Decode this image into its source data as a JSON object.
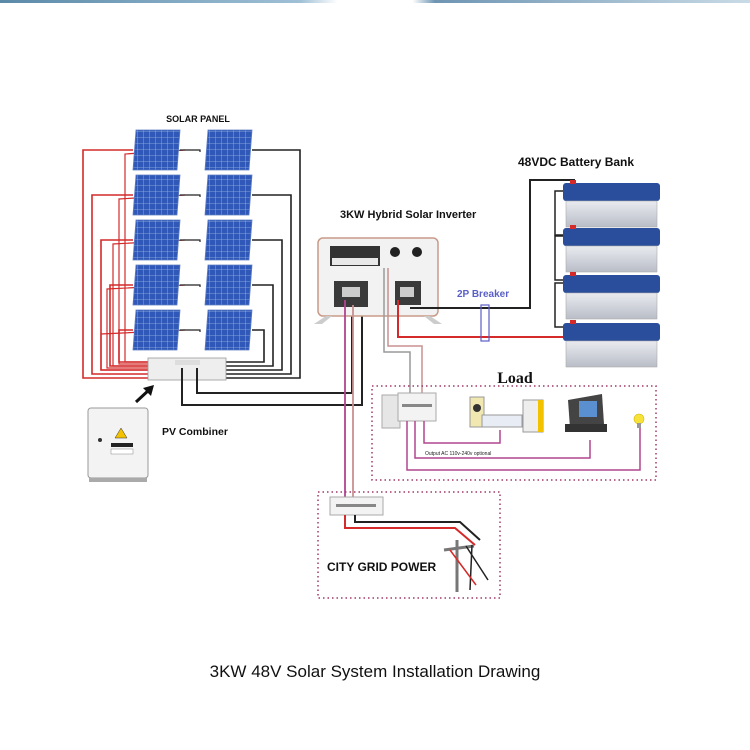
{
  "labels": {
    "solar_panel": "SOLAR PANEL",
    "pv_combiner": "PV Combiner",
    "inverter": "3KW Hybrid Solar Inverter",
    "battery_bank": "48VDC  Battery Bank",
    "breaker": "2P Breaker",
    "load": "Load",
    "output": "Output  AC 110v-240v optional",
    "city_grid": "CITY GRID POWER"
  },
  "caption": "3KW 48V Solar System  Installation Drawing",
  "colors": {
    "positive_wire": "#d42a2a",
    "negative_wire": "#222222",
    "ac_wire": "#b0458f",
    "grid_wire": "#c89090",
    "panel_blue": "#2f58b8",
    "battery_blue": "#2a4e9c",
    "breaker_text": "#5a5fc8",
    "dotted_border": "#a03a6a"
  }
}
